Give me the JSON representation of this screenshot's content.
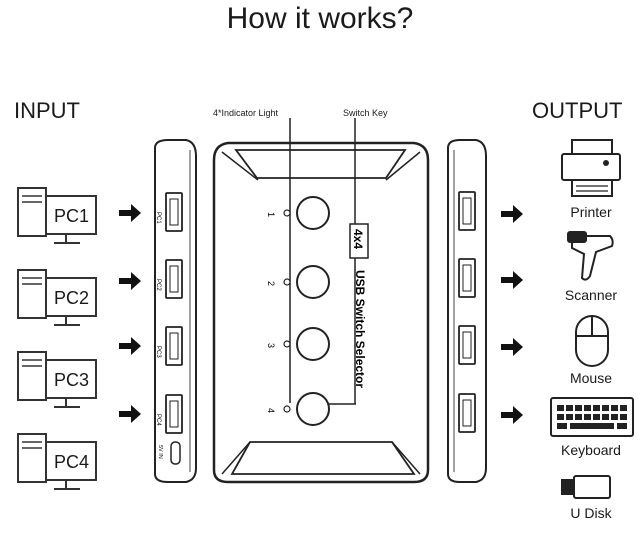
{
  "title": "How it works?",
  "input_label": "INPUT",
  "output_label": "OUTPUT",
  "inputs": [
    "PC1",
    "PC2",
    "PC3",
    "PC4"
  ],
  "outputs": [
    "Printer",
    "Scanner",
    "Mouse",
    "Keyboard",
    "U Disk"
  ],
  "callouts": {
    "indicator": "4*Indicator Light",
    "switch_key": "Switch Key"
  },
  "device": {
    "badge": "4x4",
    "name": "USB Switch Selector"
  },
  "switch_numbers": [
    "1",
    "2",
    "3",
    "4"
  ],
  "left_port_labels": [
    "PC1",
    "PC2",
    "PC3",
    "PC4"
  ],
  "power_label": "5V IN"
}
